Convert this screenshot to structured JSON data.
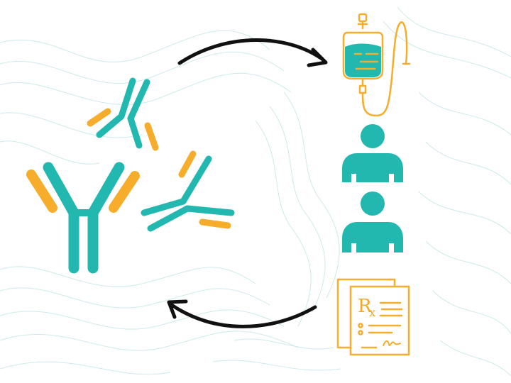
{
  "colors": {
    "teal": "#22b8b0",
    "orange": "#f5ad2b",
    "arrow": "#111111",
    "contour": "#cfe9ea",
    "background": "#ffffff"
  },
  "icons": {
    "antibody_group": "antibody-icons",
    "iv_bag": "iv-bag-icon",
    "patients": "patient-icons",
    "prescription": "prescription-icon",
    "arrows": [
      "arrow-right-icon",
      "arrow-left-icon"
    ]
  },
  "prescription": {
    "rx_symbol": "R",
    "rx_subscript": "x"
  }
}
